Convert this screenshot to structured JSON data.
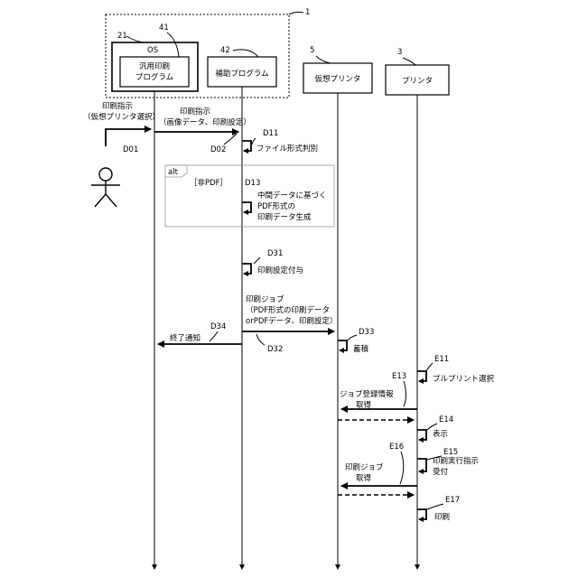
{
  "refs": {
    "system": "1",
    "os_box": "21",
    "general_print": "41",
    "aux_program": "42",
    "virtual_printer": "5",
    "printer": "3"
  },
  "participants": {
    "os": "OS",
    "general_print_line1": "汎用印刷",
    "general_print_line2": "プログラム",
    "aux_program": "補助プログラム",
    "virtual_printer": "仮想プリンタ",
    "printer": "プリンタ"
  },
  "steps": {
    "d01_label": "D01",
    "d01_text1": "印刷指示",
    "d01_text2": "（仮想プリンタ選択）",
    "d02_label": "D02",
    "d02_text1": "印刷指示",
    "d02_text2": "（画像データ、印刷設定）",
    "d11_label": "D11",
    "d11_text": "ファイル形式判別",
    "alt_label": "alt",
    "alt_condition": "［非PDF］",
    "d13_label": "D13",
    "d13_text1": "中間データに基づく",
    "d13_text2": "PDF形式の",
    "d13_text3": "印刷データ生成",
    "d31_label": "D31",
    "d31_text": "印刷設定付与",
    "d32_label": "D32",
    "d32_text1": "印刷ジョブ",
    "d32_text2": "（PDF形式の印刷データ",
    "d32_text3": "orPDFデータ、印刷設定）",
    "d33_label": "D33",
    "d33_text": "蓄積",
    "d34_label": "D34",
    "d34_text": "終了通知",
    "e11_label": "E11",
    "e11_text": "プルプリント選択",
    "e13_label": "E13",
    "e13_text1": "ジョブ登録情報",
    "e13_text2": "取得",
    "e14_label": "E14",
    "e14_text": "表示",
    "e15_label": "E15",
    "e15_text1": "印刷実行指示",
    "e15_text2": "受付",
    "e16_label": "E16",
    "e16_text1": "印刷ジョブ",
    "e16_text2": "取得",
    "e17_label": "E17",
    "e17_text": "印刷"
  }
}
